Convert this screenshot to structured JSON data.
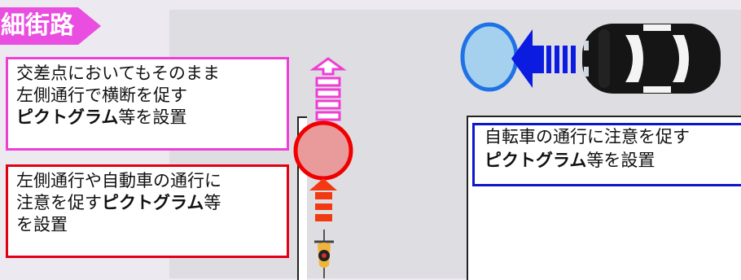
{
  "tag": {
    "label": "細街路"
  },
  "callouts": {
    "pink": {
      "line1": "交差点においてもそのまま",
      "line2": "左側通行で横断を促す",
      "bold": "ピクトグラム",
      "tail": "等を設置"
    },
    "red": {
      "line1": "左側通行や自動車の通行に",
      "line2_pre": "注意を促す",
      "bold": "ピクトグラム",
      "line2_post": "等",
      "line3": "を設置"
    },
    "blue": {
      "line1": "自転車の通行に注意を促す",
      "bold": "ピクトグラム",
      "tail": "等を設置"
    }
  },
  "colors": {
    "tag": "#e94ee0",
    "pink": "#ef3ed5",
    "red": "#e20014",
    "blue": "#0a18c8",
    "car_arrow": "#0b1be0",
    "road": "#dedee2"
  },
  "icons": {
    "car": "car-icon",
    "bicycle": "bicycle-icon",
    "crossing_arrow": "pink-dashed-arrow-icon",
    "cyclist_arrow": "red-dashed-arrow-icon",
    "car_arrow": "blue-dashed-arrow-icon"
  }
}
